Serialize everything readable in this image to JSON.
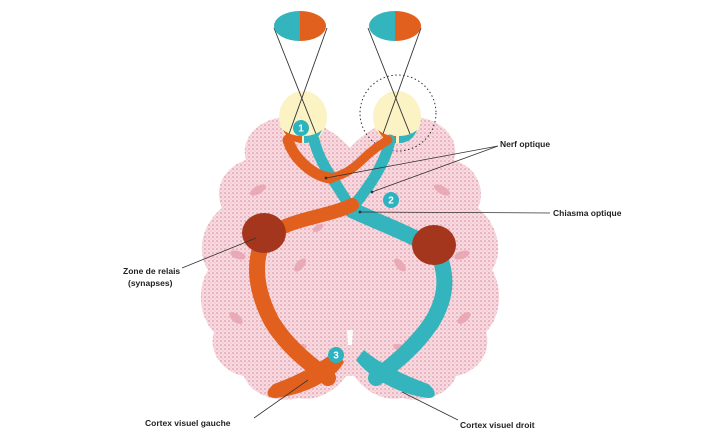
{
  "labels": {
    "nerf_optique": "Nerf optique",
    "chiasma_optique": "Chiasma optique",
    "zone_de_relais": "Zone de relais",
    "synapses": "(synapses)",
    "cortex_gauche": "Cortex visuel gauche",
    "cortex_droit": "Cortex visuel droit"
  },
  "markers": {
    "m1": "1",
    "m2": "2",
    "m3": "3"
  },
  "colors": {
    "orange": "#e2601e",
    "teal": "#34b4bd",
    "relay": "#a4361d",
    "brain": "#f5d2da",
    "brain_shade": "#e8a7b3",
    "eye": "#fbf3c4",
    "marker": "#2db3bf"
  }
}
